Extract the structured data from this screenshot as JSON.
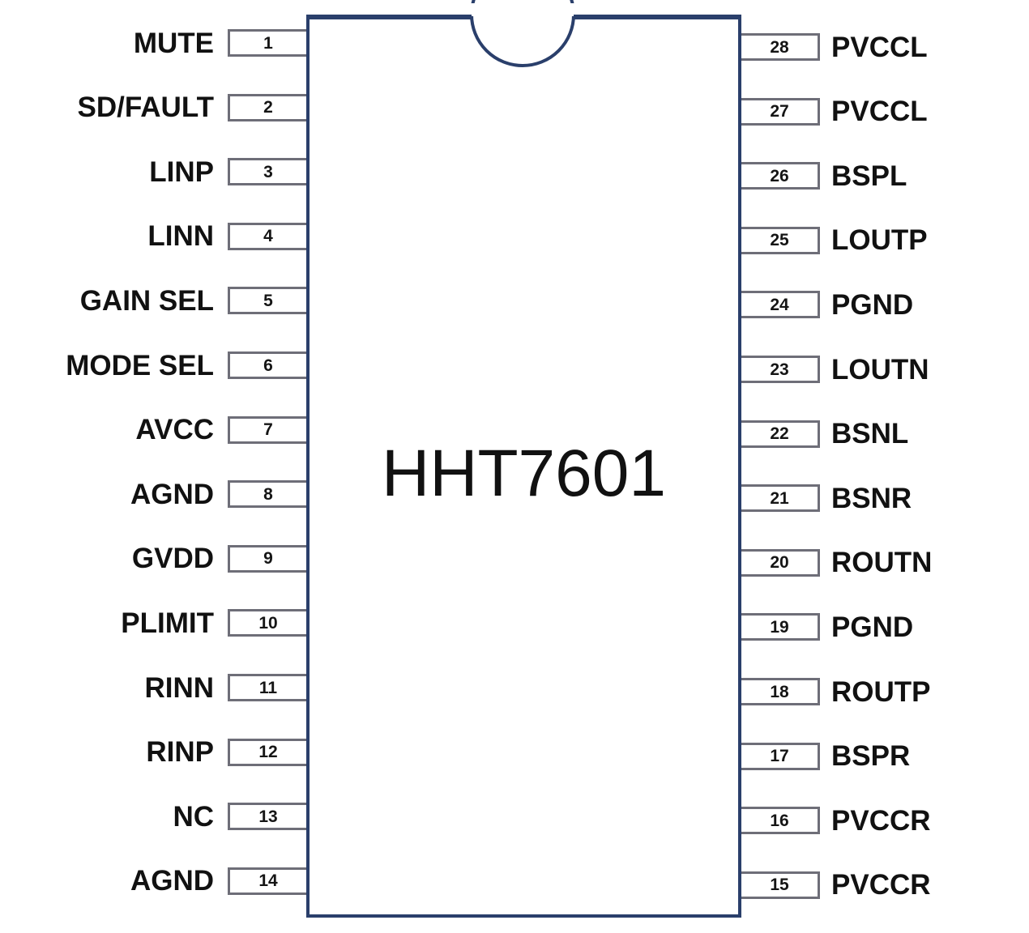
{
  "chip": {
    "part_number": "HHT7601",
    "package_outline_color": "#2a3f6b",
    "pin_box_color": "#6e6e78",
    "text_color": "#111111",
    "notch_icon": "package-notch-semicircle"
  },
  "pins": {
    "left": [
      {
        "number": "1",
        "name": "MUTE"
      },
      {
        "number": "2",
        "name": "SD/FAULT"
      },
      {
        "number": "3",
        "name": "LINP"
      },
      {
        "number": "4",
        "name": "LINN"
      },
      {
        "number": "5",
        "name": "GAIN SEL"
      },
      {
        "number": "6",
        "name": "MODE SEL"
      },
      {
        "number": "7",
        "name": "AVCC"
      },
      {
        "number": "8",
        "name": "AGND"
      },
      {
        "number": "9",
        "name": "GVDD"
      },
      {
        "number": "10",
        "name": "PLIMIT"
      },
      {
        "number": "11",
        "name": "RINN"
      },
      {
        "number": "12",
        "name": "RINP"
      },
      {
        "number": "13",
        "name": "NC"
      },
      {
        "number": "14",
        "name": "AGND"
      }
    ],
    "right": [
      {
        "number": "28",
        "name": "PVCCL"
      },
      {
        "number": "27",
        "name": "PVCCL"
      },
      {
        "number": "26",
        "name": "BSPL"
      },
      {
        "number": "25",
        "name": "LOUTP"
      },
      {
        "number": "24",
        "name": "PGND"
      },
      {
        "number": "23",
        "name": "LOUTN"
      },
      {
        "number": "22",
        "name": "BSNL"
      },
      {
        "number": "21",
        "name": "BSNR"
      },
      {
        "number": "20",
        "name": "ROUTN"
      },
      {
        "number": "19",
        "name": "PGND"
      },
      {
        "number": "18",
        "name": "ROUTP"
      },
      {
        "number": "17",
        "name": "BSPR"
      },
      {
        "number": "16",
        "name": "PVCCR"
      },
      {
        "number": "15",
        "name": "PVCCR"
      }
    ]
  }
}
